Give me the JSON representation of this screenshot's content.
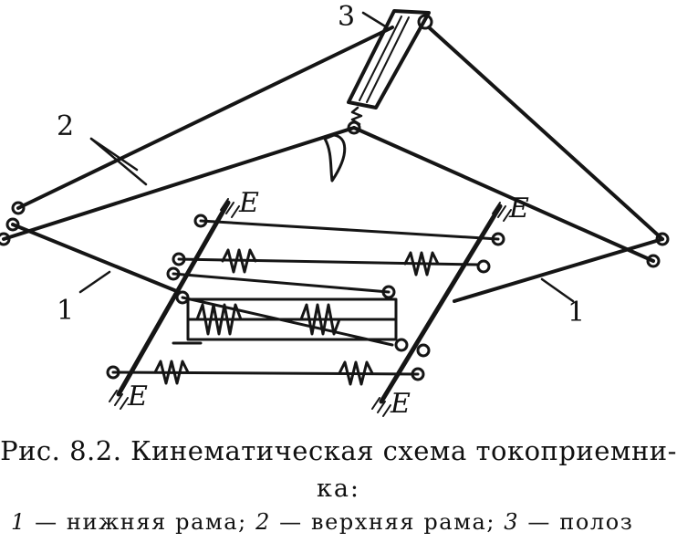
{
  "labels": {
    "pantograph_head": "3",
    "upper_frame": "2",
    "lower_frame_left": "1",
    "lower_frame_right": "1",
    "ground_mark": "E"
  },
  "caption": {
    "line1": "Рис. 8.2. Кинематическая схема токоприемни-",
    "line2": "ка:",
    "legend": [
      {
        "num": "1",
        "text": " — нижняя рама; "
      },
      {
        "num": "2",
        "text": " — верхняя рама; "
      },
      {
        "num": "3",
        "text": " — полоз"
      }
    ]
  },
  "colors": {
    "ink": "#151515",
    "paper": "#ffffff"
  }
}
